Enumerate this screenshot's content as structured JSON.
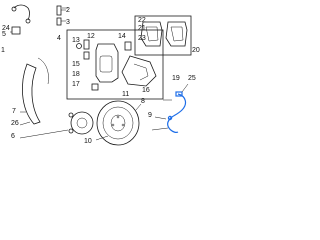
{
  "diagram": {
    "callouts": [
      "1",
      "2",
      "3",
      "4",
      "5",
      "6",
      "7",
      "8",
      "9",
      "10",
      "11",
      "12",
      "13",
      "14",
      "15",
      "16",
      "17",
      "18",
      "19",
      "20",
      "21",
      "22",
      "23",
      "24",
      "25",
      "26"
    ],
    "accent_color": "#1e6ee8",
    "line_color": "#1a1a1a"
  }
}
